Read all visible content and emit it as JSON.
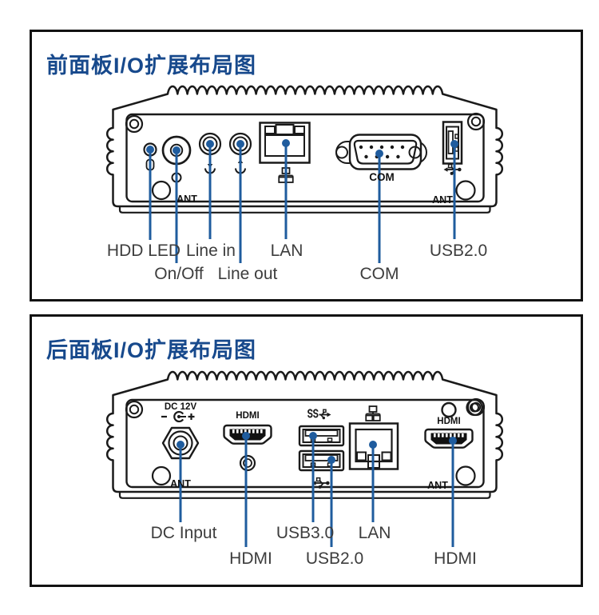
{
  "colors": {
    "title_blue": "#17498c",
    "callout_blue": "#1f5c9e",
    "line_art": "#1a1a1a",
    "label_gray": "#3d3d3d"
  },
  "front_panel": {
    "title": "前面板I/O扩展布局图",
    "labels": {
      "hdd_led": "HDD LED",
      "on_off": "On/Off",
      "line_in": "Line in",
      "line_out": "Line out",
      "lan": "LAN",
      "com": "COM",
      "usb2": "USB2.0"
    },
    "markings": {
      "ant_left": "ANT",
      "ant_right": "ANT",
      "com": "COM"
    }
  },
  "rear_panel": {
    "title": "后面板I/O扩展布局图",
    "labels": {
      "dc_input": "DC Input",
      "hdmi_left": "HDMI",
      "usb3": "USB3.0",
      "usb2": "USB2.0",
      "lan": "LAN",
      "hdmi_right": "HDMI"
    },
    "markings": {
      "dc": "DC 12V",
      "hdmi_left": "HDMI",
      "hdmi_right": "HDMI",
      "ant_left": "ANT",
      "ant_right": "ANT"
    }
  },
  "icons": {
    "hdd-icon": "hdd-activity-indicator",
    "power-icon": "power-symbol",
    "line-in-icon": "audio-line-in-arrow",
    "line-out-icon": "audio-line-out-arrow",
    "lan-icon": "ethernet-network-squares",
    "usb-icon": "usb-trident",
    "usb3-ss-icon": "superspeed-usb-trident",
    "dc-polarity-icon": "dc-plug-polarity"
  }
}
